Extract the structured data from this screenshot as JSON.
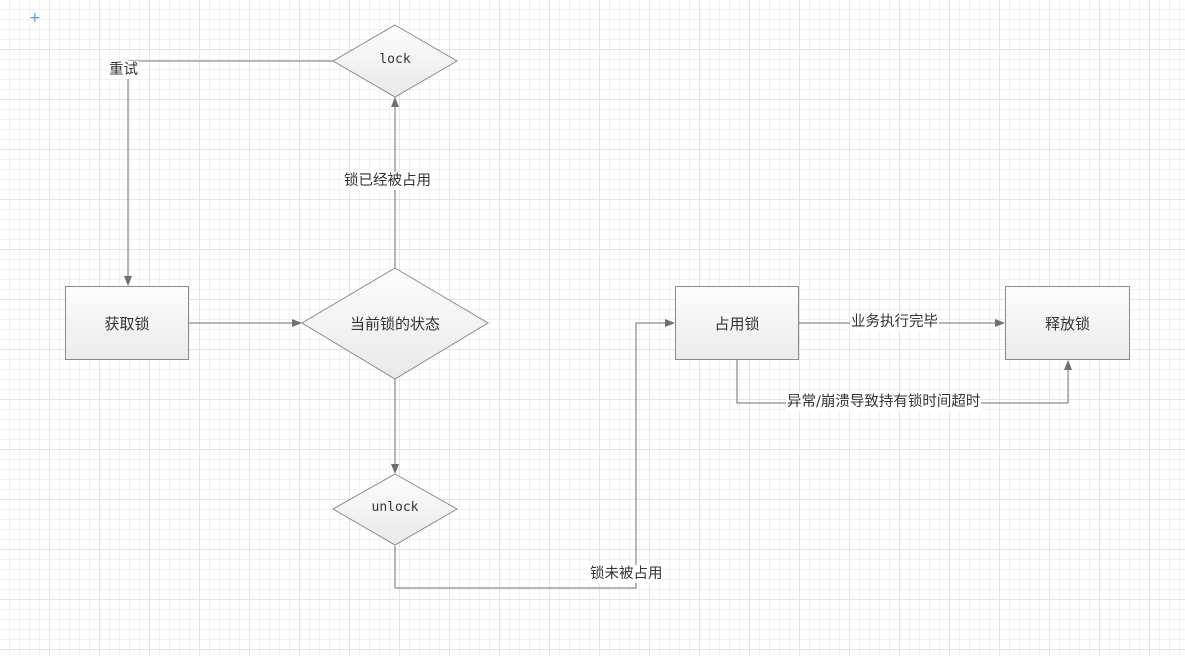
{
  "nodes": {
    "get_lock": "获取锁",
    "lock_state": "当前锁的状态",
    "lock": "lock",
    "unlock": "unlock",
    "hold_lock": "占用锁",
    "release_lock": "释放锁"
  },
  "edges": {
    "retry": "重试",
    "already_held": "锁已经被占用",
    "not_held": "锁未被占用",
    "business_done": "业务执行完毕",
    "timeout": "异常/崩溃导致持有锁时间超时"
  },
  "colors": {
    "line": "#6f6f6f",
    "node_border": "#8a8a8a",
    "node_fill": "#f0f0f0"
  }
}
